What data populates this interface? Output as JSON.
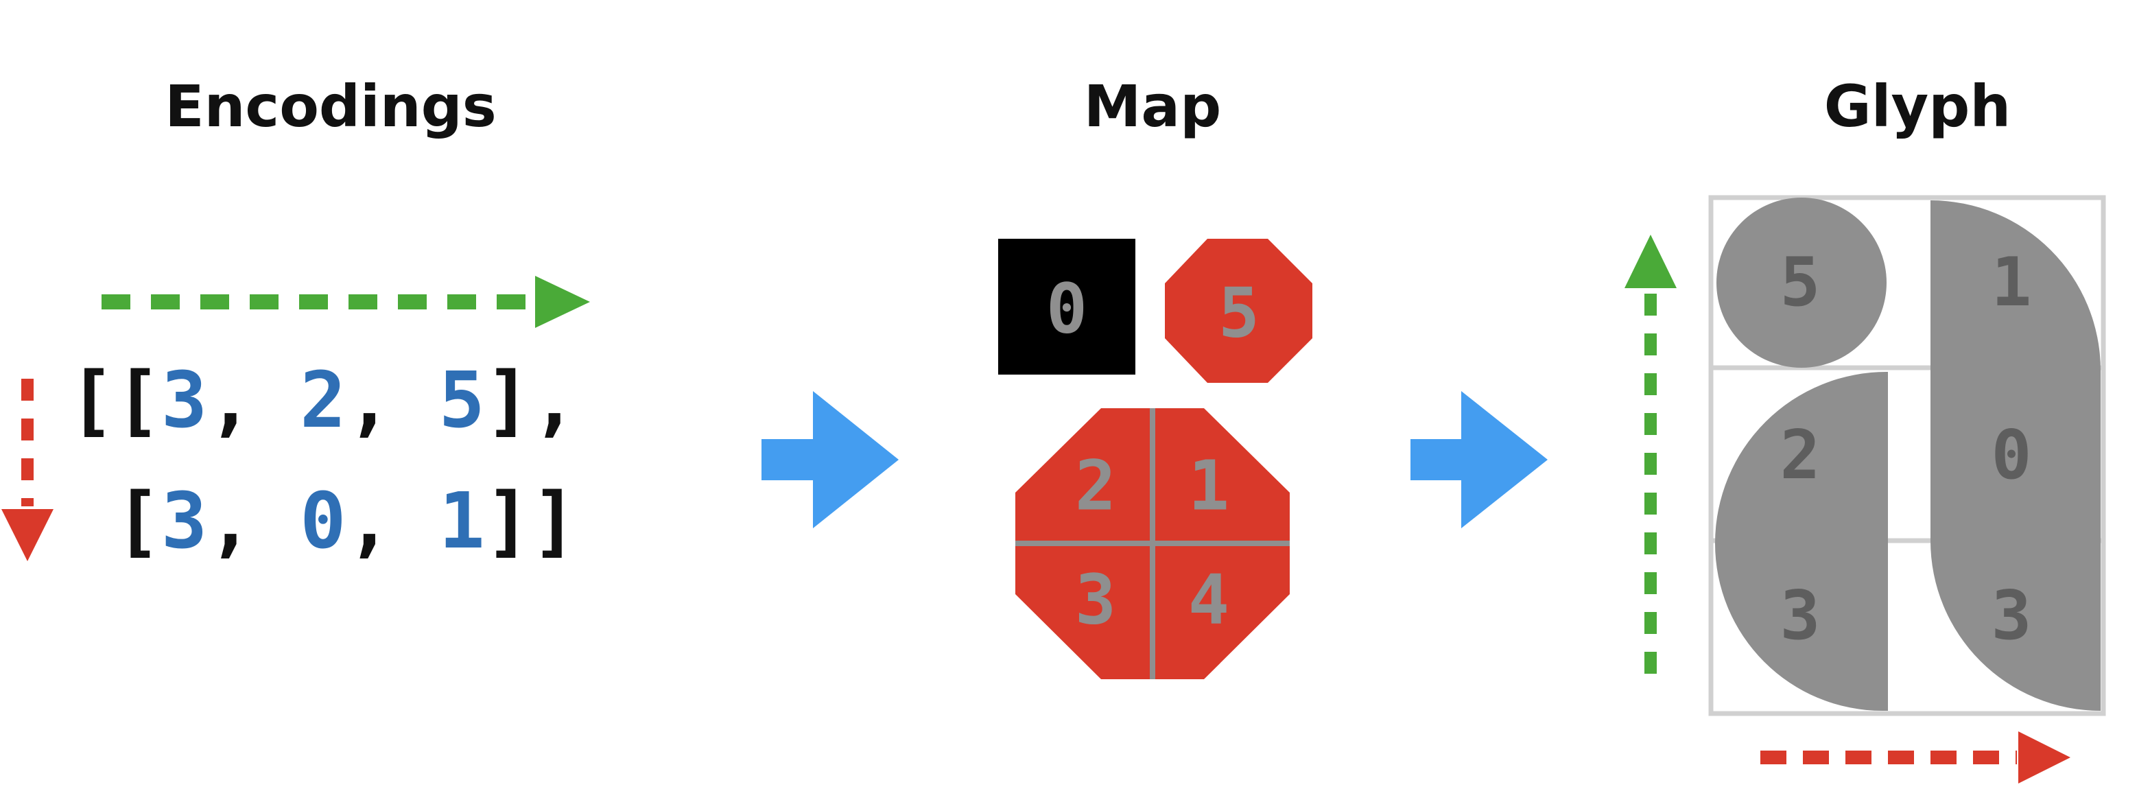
{
  "titles": {
    "encodings": "Encodings",
    "map": "Map",
    "glyph": "Glyph"
  },
  "encodings": {
    "row1": {
      "open": "[[",
      "v1": "3",
      "s1": ", ",
      "v2": "2",
      "s2": ", ",
      "v3": "5",
      "close": "],"
    },
    "row2": {
      "open": " [",
      "v1": "3",
      "s1": ", ",
      "v2": "0",
      "s2": ", ",
      "v3": "1",
      "close": "]]"
    }
  },
  "map": {
    "zero_label": "0",
    "five_label": "5",
    "quadrants": {
      "top_left": "2",
      "top_right": "1",
      "bottom_left": "3",
      "bottom_right": "4"
    }
  },
  "glyph": {
    "cells": {
      "r1c1": "5",
      "r1c2": "1",
      "r2c1": "2",
      "r2c2": "0",
      "r3c1": "3",
      "r3c2": "3"
    }
  },
  "colors": {
    "text": "#111111",
    "number_blue": "#2f6fb5",
    "map_red": "#d9392a",
    "map_black": "#000000",
    "glyph_gray": "#8f8f8f",
    "glyph_digit": "#5e5e5e",
    "grid_gray": "#d0d0d0",
    "arrow_blue": "#449df0",
    "arrow_green": "#4aaa38",
    "arrow_red": "#d9392a"
  }
}
